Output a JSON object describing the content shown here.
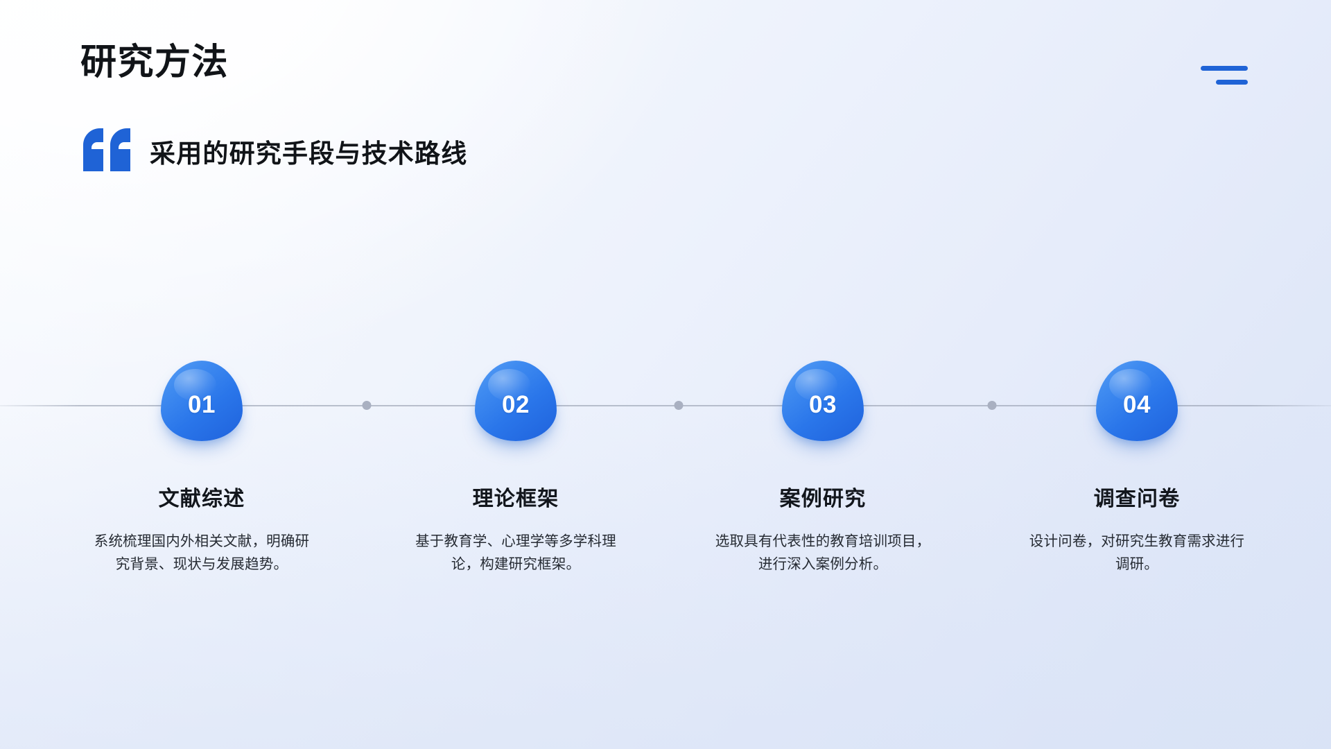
{
  "slide": {
    "title": "研究方法",
    "subtitle": "采用的研究手段与技术路线",
    "quote_icon": "quote-open-icon",
    "menu_icon": "hamburger-menu-icon",
    "accent_color": "#1f63d6",
    "node_gradient_from": "#5ba0f5",
    "node_gradient_to": "#1f62dc",
    "title_color": "#111418",
    "body_color": "#262b33",
    "timeline_line_color": "#969eaf",
    "connector_dot_color": "#a9b0c1",
    "background_from": "#fafcff",
    "background_to": "#dbe4f7"
  },
  "timeline": {
    "dot_count": 3,
    "steps": [
      {
        "number": "01",
        "heading": "文献综述",
        "description": "系统梳理国内外相关文献，明确研究背景、现状与发展趋势。"
      },
      {
        "number": "02",
        "heading": "理论框架",
        "description": "基于教育学、心理学等多学科理论，构建研究框架。"
      },
      {
        "number": "03",
        "heading": "案例研究",
        "description": "选取具有代表性的教育培训项目，进行深入案例分析。"
      },
      {
        "number": "04",
        "heading": "调查问卷",
        "description": "设计问卷，对研究生教育需求进行调研。"
      }
    ]
  }
}
